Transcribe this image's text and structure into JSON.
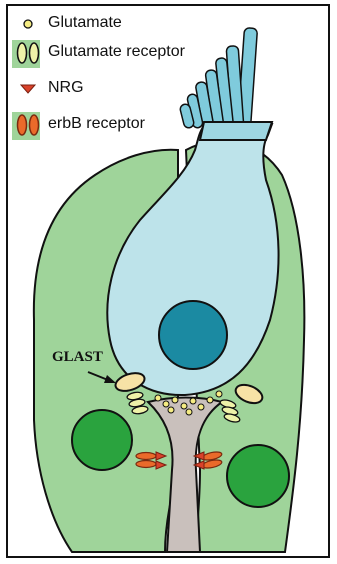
{
  "legend": [
    {
      "label": "Glutamate",
      "symbol": "glutamate-symbol"
    },
    {
      "label": "Glutamate receptor",
      "symbol": "glutamate-receptor-symbol"
    },
    {
      "label": "NRG",
      "symbol": "nrg-symbol"
    },
    {
      "label": "erbB receptor",
      "symbol": "erbb-receptor-symbol"
    }
  ],
  "annotations": {
    "glast": "GLAST"
  },
  "colors": {
    "supporting_cell": "#9fd49a",
    "supporting_nucleus": "#2aa33e",
    "hair_cell": "#bde3ea",
    "hair_cell_nucleus": "#1b8aa2",
    "stereocilia": "#7fcbdc",
    "afferent_fiber": "#c9c0bc",
    "glutamate": "#f5ec83",
    "glast_transporter": "#f7e2a6",
    "glutamate_receptor": "#eef2a8",
    "nrg": "#d9422a",
    "erbb_receptor": "#ea6a2a",
    "outline": "#111111"
  }
}
